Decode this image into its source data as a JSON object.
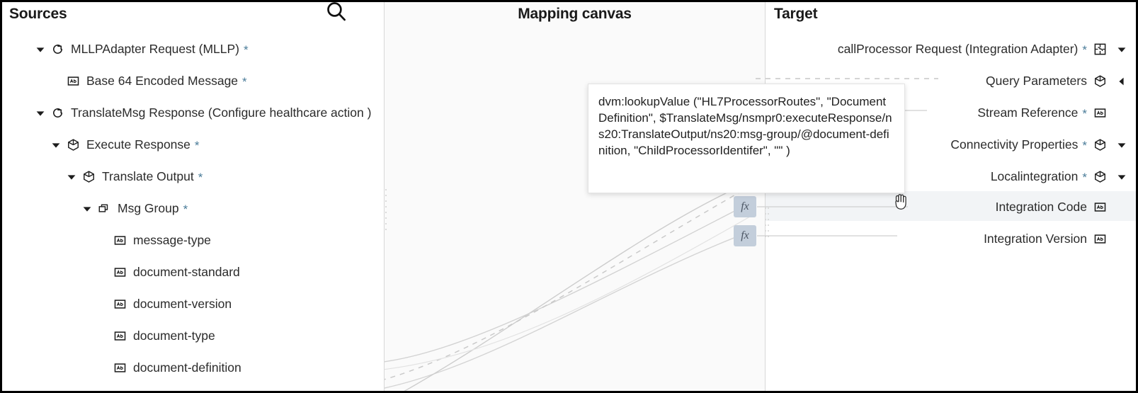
{
  "panels": {
    "sources": {
      "title": "Sources",
      "search_icon": "search-icon"
    },
    "canvas": {
      "title": "Mapping canvas"
    },
    "target": {
      "title": "Target"
    }
  },
  "sources_tree": [
    {
      "label": "MLLPAdapter Request (MLLP)",
      "required": "*",
      "icon": "adapter-icon",
      "twisty": "expanded",
      "depth": 0
    },
    {
      "label": "Base 64 Encoded Message",
      "required": "*",
      "icon": "text-field-icon",
      "twisty": "none",
      "depth": 1
    },
    {
      "label": "TranslateMsg Response (Configure healthcare action )",
      "required": "",
      "icon": "adapter-icon",
      "twisty": "expanded",
      "depth": 0
    },
    {
      "label": "Execute Response",
      "required": "*",
      "icon": "object-icon",
      "twisty": "expanded",
      "depth": 1
    },
    {
      "label": "Translate Output",
      "required": "*",
      "icon": "object-icon",
      "twisty": "expanded",
      "depth": 2
    },
    {
      "label": "Msg Group",
      "required": "*",
      "icon": "repeating-element-icon",
      "twisty": "expanded",
      "depth": 3
    },
    {
      "label": "message-type",
      "required": "",
      "icon": "text-field-icon",
      "twisty": "none",
      "depth": 4
    },
    {
      "label": "document-standard",
      "required": "",
      "icon": "text-field-icon",
      "twisty": "none",
      "depth": 4
    },
    {
      "label": "document-version",
      "required": "",
      "icon": "text-field-icon",
      "twisty": "none",
      "depth": 4
    },
    {
      "label": "document-type",
      "required": "",
      "icon": "text-field-icon",
      "twisty": "none",
      "depth": 4
    },
    {
      "label": "document-definition",
      "required": "",
      "icon": "text-field-icon",
      "twisty": "none",
      "depth": 4
    }
  ],
  "target_tree": [
    {
      "label": "callProcessor Request (Integration Adapter)",
      "required": "*",
      "icon": "integration-adapter-icon",
      "caret": "down"
    },
    {
      "label": "Query Parameters",
      "required": "",
      "icon": "object-icon",
      "caret": "left"
    },
    {
      "label": "Stream Reference",
      "required": "*",
      "icon": "text-field-icon",
      "caret": "none"
    },
    {
      "label": "Connectivity Properties",
      "required": "*",
      "icon": "object-icon",
      "caret": "down"
    },
    {
      "label": "Localintegration",
      "required": "*",
      "icon": "object-icon",
      "caret": "down"
    },
    {
      "label": "Integration Code",
      "required": "",
      "icon": "text-field-icon",
      "caret": "none"
    },
    {
      "label": "Integration Version",
      "required": "",
      "icon": "text-field-icon",
      "caret": "none"
    }
  ],
  "expression_tooltip": {
    "text": "dvm:lookupValue (\"HL7ProcessorRoutes\", \"DocumentDefinition\", $TranslateMsg/nsmpr0:executeResponse/ns20:TranslateOutput/ns20:msg-group/@document-definition, \"ChildProcessorIdentifer\", \"\" )"
  },
  "canvas_nodes": [
    {
      "name": "fx-node-integration-code",
      "label": "fx"
    },
    {
      "name": "fx-node-integration-version",
      "label": "fx"
    }
  ],
  "cursor": {
    "type": "grab-hand-cursor"
  },
  "colors": {
    "required_star": "#4a7c99",
    "fx_node_bg": "#c3cedb",
    "canvas_bg": "#fafafa",
    "row_highlight": "#f2f4f6",
    "link_line": "#cfcfcf",
    "text": "#2b2b2b"
  }
}
